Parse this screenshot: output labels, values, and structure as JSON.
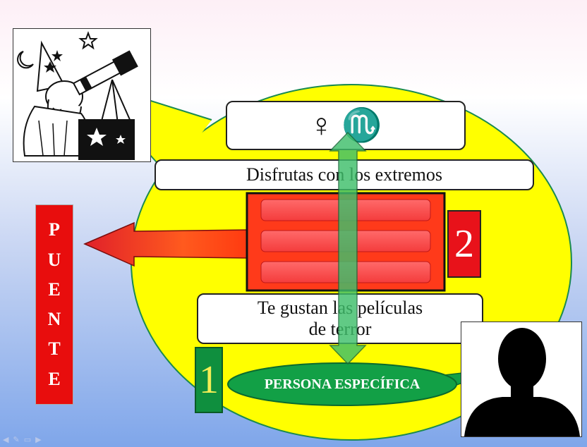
{
  "symbols": "♀ ♏",
  "traits": {
    "extremes": "Disfrutas con los extremos",
    "horror": "Te gustan las películas\nde terror"
  },
  "levels": {
    "two": "2",
    "one": "1"
  },
  "bridge_letters": [
    "P",
    "U",
    "E",
    "N",
    "T",
    "E"
  ],
  "persona_label": "PERSONA ESPECÍFICA",
  "toolbar_icons": [
    "back-icon",
    "pen-icon",
    "slide-icon",
    "forward-icon"
  ],
  "colors": {
    "bubble": "#ffff00",
    "bridge": "#e80d0d",
    "level_two": "#e8121a",
    "level_one": "#0f8f3e",
    "persona": "#12a046",
    "arrow_green": "#3fbf6b"
  }
}
